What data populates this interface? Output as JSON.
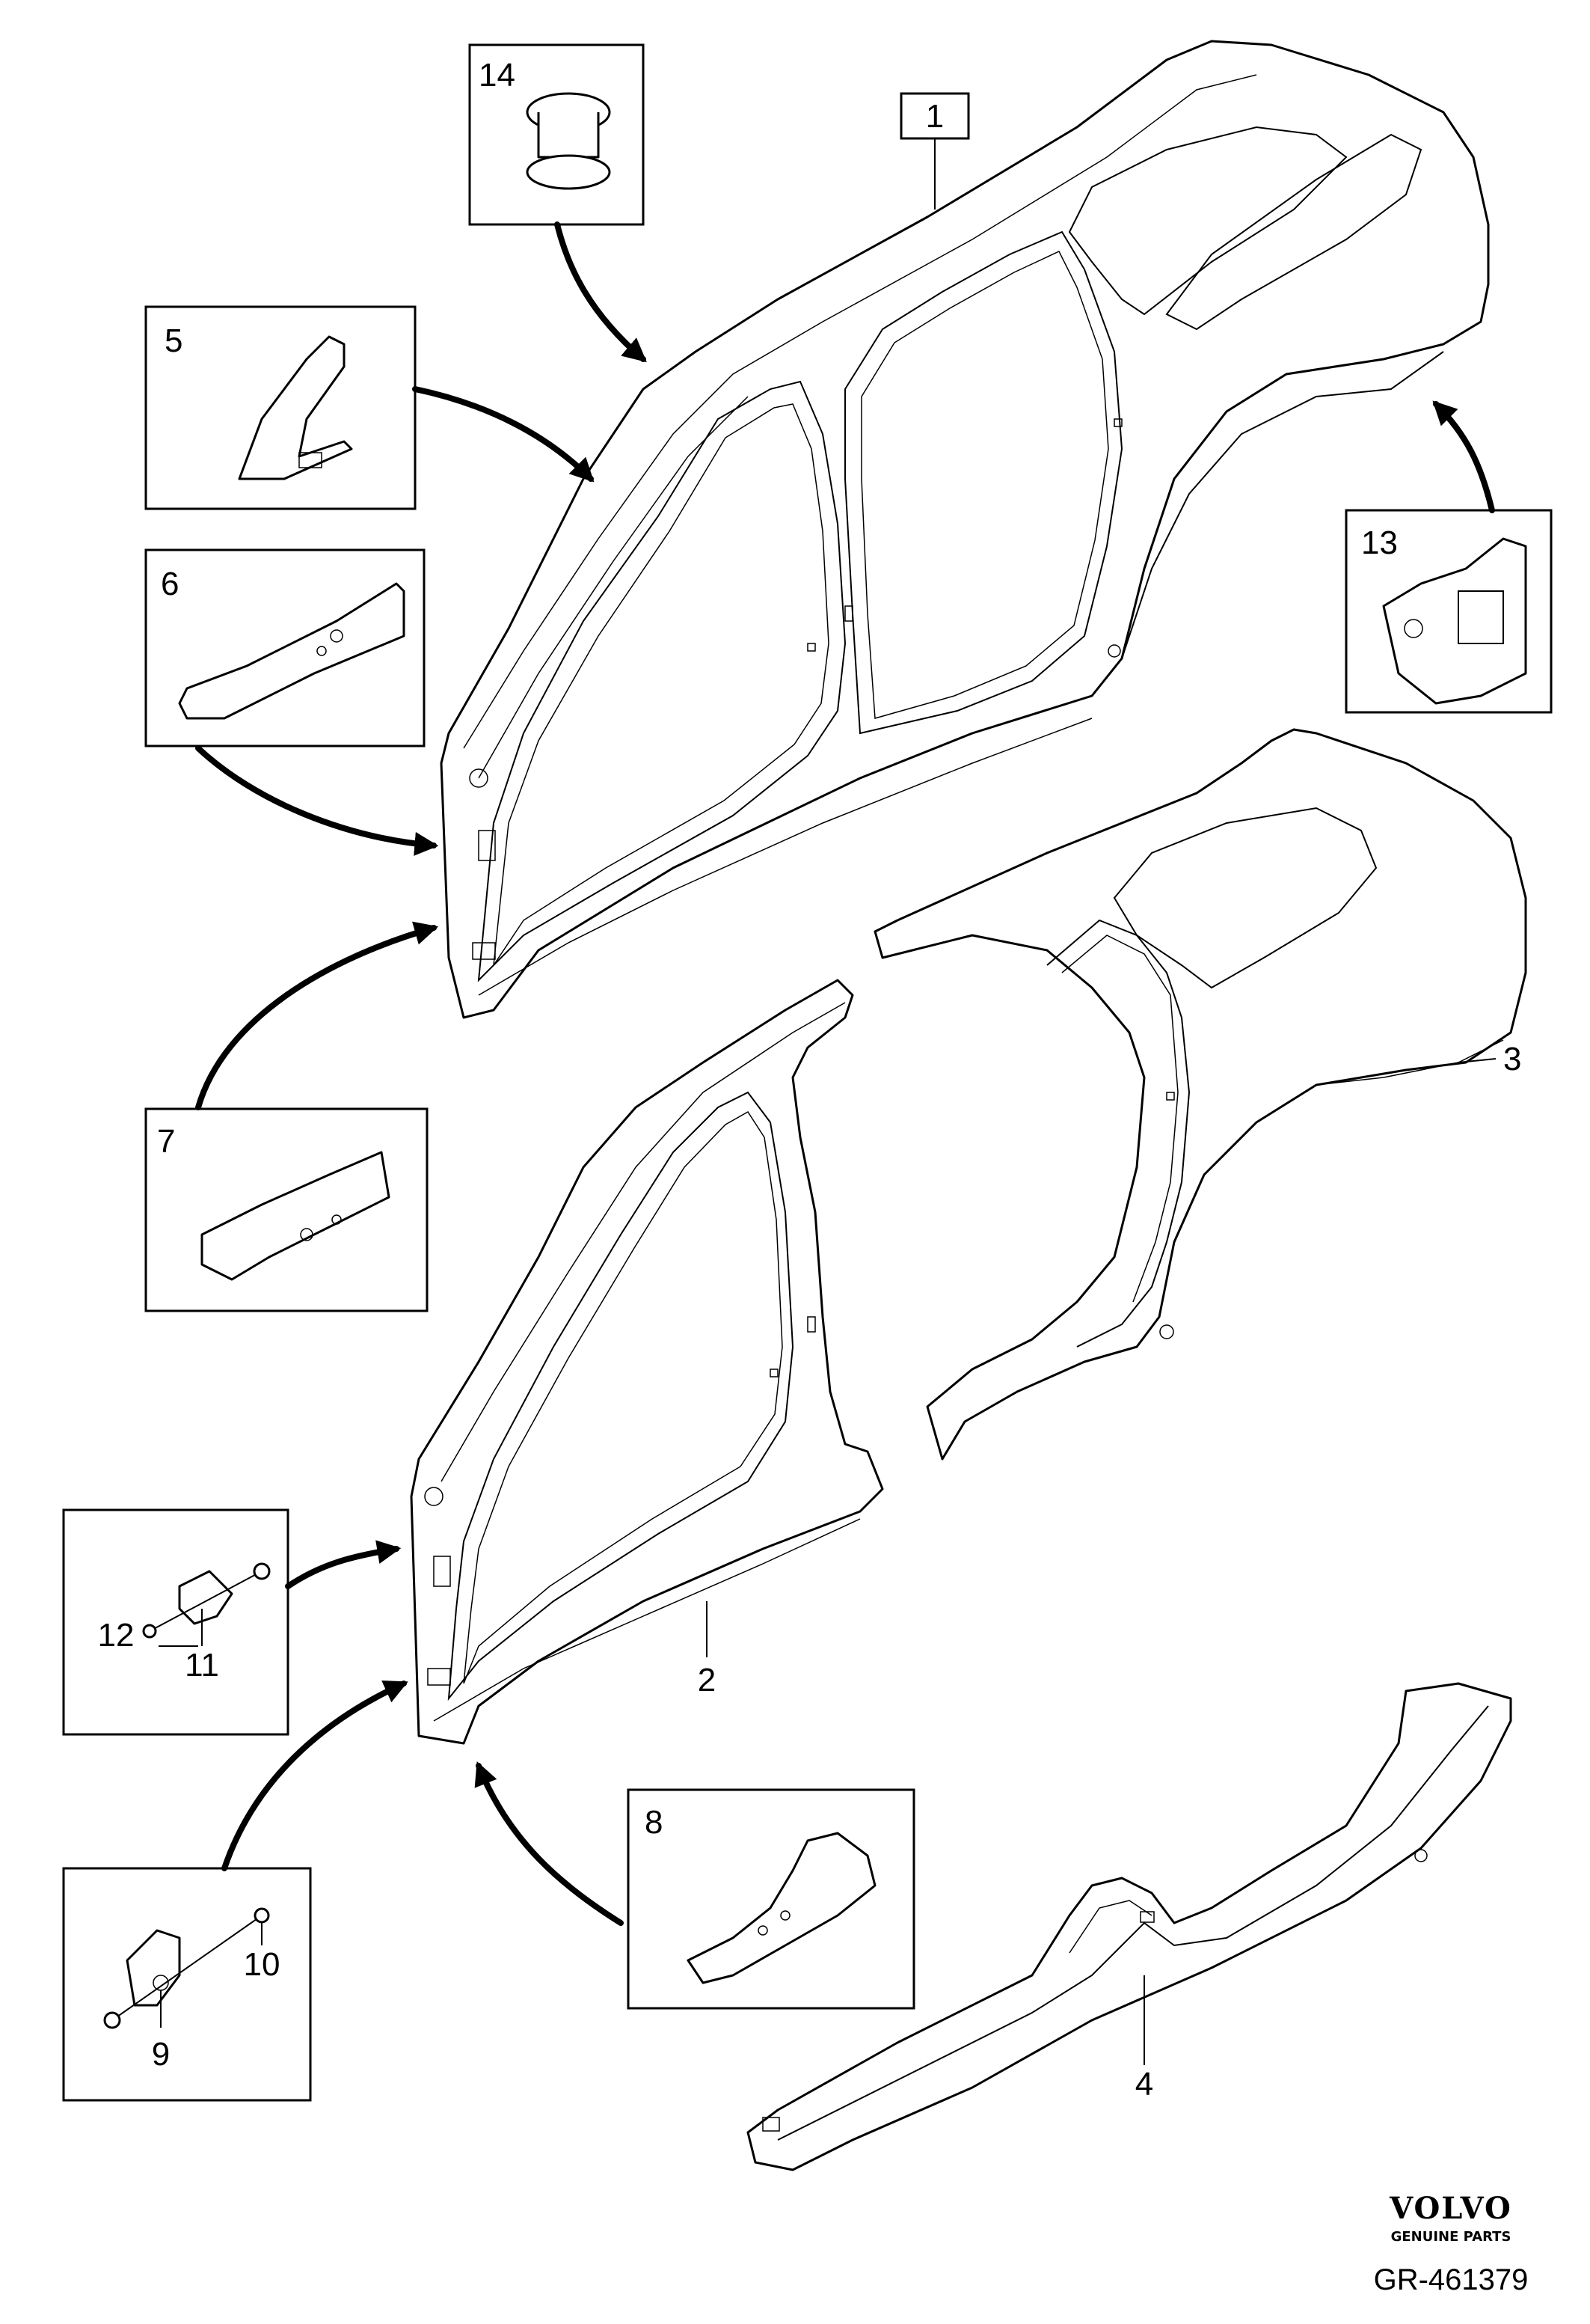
{
  "callouts": {
    "c1": "1",
    "c2": "2",
    "c3": "3",
    "c4": "4",
    "c5": "5",
    "c6": "6",
    "c7": "7",
    "c8": "8",
    "c9": "9",
    "c10": "10",
    "c11": "11",
    "c12": "12",
    "c13": "13",
    "c14": "14"
  },
  "brand": {
    "name": "VOLVO",
    "tagline": "GENUINE PARTS"
  },
  "reference": "GR-461379"
}
